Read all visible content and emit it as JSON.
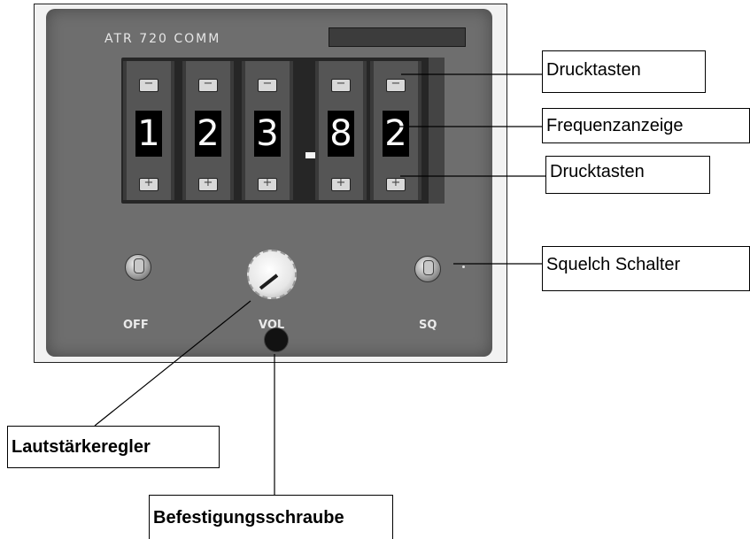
{
  "radio": {
    "model_label": "ATR 720 COMM",
    "frequency_digits": [
      "1",
      "2",
      "3",
      "8",
      "2"
    ],
    "key_up_symbol": "−",
    "key_down_symbol": "+",
    "switch_off_label": "OFF",
    "volume_label": "VOL",
    "squelch_label": "SQ"
  },
  "callouts": {
    "push_buttons_top": "Drucktasten",
    "frequency_display": "Frequenzanzeige",
    "push_buttons_bottom": "Drucktasten",
    "squelch_switch": "Squelch Schalter",
    "volume_control": "Lautstärkeregler",
    "mounting_screw": "Befestigungsschraube"
  },
  "colors": {
    "panel_face": "#6e6e6e",
    "display_block": "#262626",
    "digit_text": "#fafafa",
    "callout_border": "#000000"
  }
}
